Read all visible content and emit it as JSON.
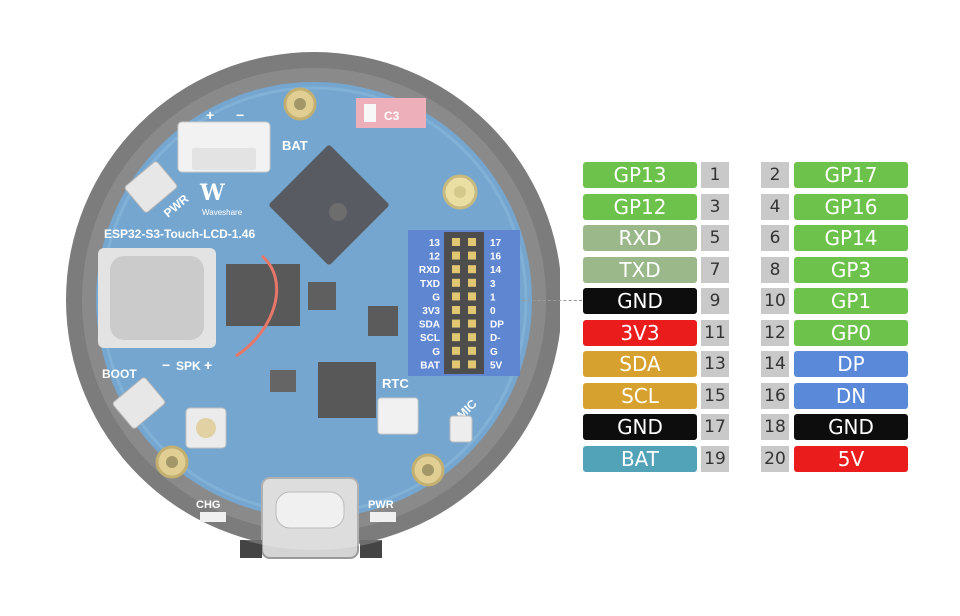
{
  "board": {
    "model": "ESP32-S3-Touch-LCD-1.46",
    "brand": "Waveshare",
    "silkscreen": {
      "bat": "BAT",
      "pwr_top": "PWR",
      "boot": "BOOT",
      "spk": "SPK",
      "spk_minus": "−",
      "spk_plus": "+",
      "rtc": "RTC",
      "mic": "MIC",
      "chg": "CHG",
      "pwr_bottom": "PWR",
      "plus": "+",
      "minus": "−",
      "c3": "C3"
    },
    "header_labels_left": [
      "13",
      "12",
      "RXD",
      "TXD",
      "G",
      "3V3",
      "SDA",
      "SCL",
      "G",
      "BAT"
    ],
    "header_labels_right": [
      "17",
      "16",
      "14",
      "3",
      "1",
      "0",
      "DP",
      "D-",
      "G",
      "5V"
    ]
  },
  "pins": [
    {
      "num": "1",
      "label": "GP13",
      "color": "#6cc24a"
    },
    {
      "num": "2",
      "label": "GP17",
      "color": "#6cc24a"
    },
    {
      "num": "3",
      "label": "GP12",
      "color": "#6cc24a"
    },
    {
      "num": "4",
      "label": "GP16",
      "color": "#6cc24a"
    },
    {
      "num": "5",
      "label": "RXD",
      "color": "#9ab889"
    },
    {
      "num": "6",
      "label": "GP14",
      "color": "#6cc24a"
    },
    {
      "num": "7",
      "label": "TXD",
      "color": "#9ab889"
    },
    {
      "num": "8",
      "label": "GP3",
      "color": "#6cc24a"
    },
    {
      "num": "9",
      "label": "GND",
      "color": "#0d0d0d"
    },
    {
      "num": "10",
      "label": "GP1",
      "color": "#6cc24a"
    },
    {
      "num": "11",
      "label": "3V3",
      "color": "#ea1c1c"
    },
    {
      "num": "12",
      "label": "GP0",
      "color": "#6cc24a"
    },
    {
      "num": "13",
      "label": "SDA",
      "color": "#d7a12f"
    },
    {
      "num": "14",
      "label": "DP",
      "color": "#5b89d9"
    },
    {
      "num": "15",
      "label": "SCL",
      "color": "#d7a12f"
    },
    {
      "num": "16",
      "label": "DN",
      "color": "#5b89d9"
    },
    {
      "num": "17",
      "label": "GND",
      "color": "#0d0d0d"
    },
    {
      "num": "18",
      "label": "GND",
      "color": "#0d0d0d"
    },
    {
      "num": "19",
      "label": "BAT",
      "color": "#52a3b8"
    },
    {
      "num": "20",
      "label": "5V",
      "color": "#ea1c1c"
    }
  ]
}
